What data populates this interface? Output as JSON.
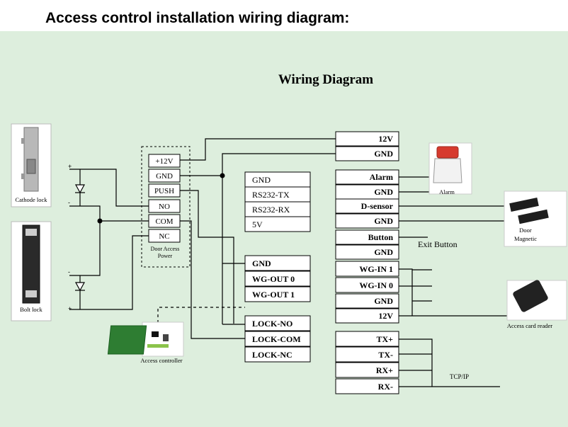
{
  "page_title": "Access control installation wiring diagram:",
  "diagram_title": "Wiring Diagram",
  "power_box": {
    "label_line1": "Door Access",
    "label_line2": "Power",
    "terminals": [
      "+12V",
      "GND",
      "PUSH",
      "NO",
      "COM",
      "NC"
    ]
  },
  "locks": {
    "cathode_label": "Cathode lock",
    "bolt_label": "Bolt lock",
    "plus": "+",
    "minus": "-"
  },
  "rs232_group": [
    "GND",
    "RS232-TX",
    "RS232-RX",
    "5V"
  ],
  "wiegand_out_group": [
    "GND",
    "WG-OUT 0",
    "WG-OUT 1"
  ],
  "lock_group": [
    "LOCK-NO",
    "LOCK-COM",
    "LOCK-NC"
  ],
  "right_terminals": [
    "12V",
    "GND",
    "Alarm",
    "GND",
    "D-sensor",
    "GND",
    "Button",
    "GND",
    "WG-IN 1",
    "WG-IN 0",
    "GND",
    "12V",
    "TX+",
    "TX-",
    "RX+",
    "RX-"
  ],
  "devices": {
    "alarm": "Alarm",
    "door_magnetic_line1": "Door",
    "door_magnetic_line2": "Magnetic",
    "exit_button": "Exit Button",
    "card_reader": "Access card reader",
    "controller": "Access controller",
    "tcpip": "TCP/IP"
  },
  "colors": {
    "panel_background": "#ddeedd",
    "box_fill": "#ffffff",
    "line": "#000000",
    "alarm_red": "#d63a2e"
  }
}
